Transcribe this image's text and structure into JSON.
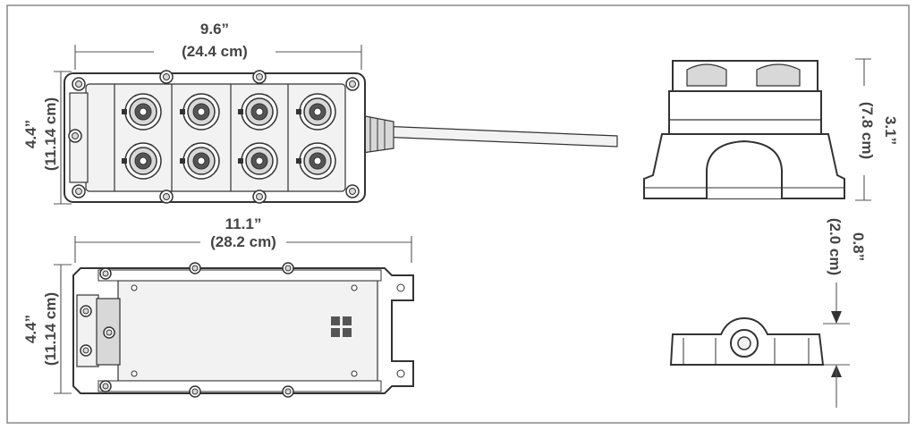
{
  "colors": {
    "line": "#333333",
    "dim_text": "#444444",
    "light_fill": "#f2f2f2",
    "mid_fill": "#d8d8d8",
    "dark_fill": "#555555",
    "frame": "#888888"
  },
  "dimensions": {
    "top_width_in": "9.6”",
    "top_width_cm": "(24.4 cm)",
    "top_height_in": "4.4”",
    "top_height_cm": "(11.14 cm)",
    "bottom_width_in": "11.1”",
    "bottom_width_cm": "(28.2 cm)",
    "bottom_height_in": "4.4”",
    "bottom_height_cm": "(11.14 cm)",
    "side_height_in": "3.1”",
    "side_height_cm": "(7.8 cm)",
    "profile_height_in": "0.8”",
    "profile_height_cm": "(2.0 cm)"
  },
  "connectors": {
    "rows": 2,
    "columns": 4
  }
}
